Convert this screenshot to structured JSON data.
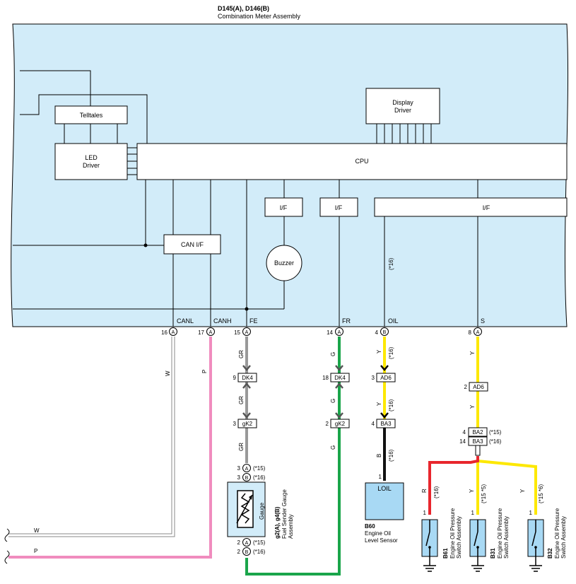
{
  "header": {
    "code": "D145(A), D146(B)",
    "name": "Combination Meter Assembly"
  },
  "meter": {
    "telltales": "Telltales",
    "led_driver_1": "LED",
    "led_driver_2": "Driver",
    "display_driver_1": "Display",
    "display_driver_2": "Driver",
    "cpu": "CPU",
    "if_label": "I/F",
    "can_if": "CAN I/F",
    "buzzer": "Buzzer",
    "note_16": "(*16)"
  },
  "pins": {
    "canl": {
      "label": "CANL",
      "num": "16",
      "conn": "A"
    },
    "canh": {
      "label": "CANH",
      "num": "17",
      "conn": "A"
    },
    "fe": {
      "label": "FE",
      "num": "15",
      "conn": "A"
    },
    "fr": {
      "label": "FR",
      "num": "14",
      "conn": "A"
    },
    "oil": {
      "label": "OIL",
      "num": "4",
      "conn": "B"
    },
    "s": {
      "label": "S",
      "num": "8",
      "conn": "A"
    }
  },
  "wires": {
    "canl": "W",
    "canh": "P",
    "fe": "GR",
    "fr": "G",
    "oil_y": "Y",
    "oil_b": "B",
    "s_y": "Y",
    "r": "R",
    "note16": "(*16)",
    "note15_5": "(*15 *5)",
    "note15_6": "(*15 *6)"
  },
  "connectors": {
    "dk4_fe": {
      "num": "9",
      "name": "DK4"
    },
    "dk4_fr": {
      "num": "18",
      "name": "DK4"
    },
    "gk2_fe": {
      "num": "3",
      "name": "gK2"
    },
    "gk2_fr": {
      "num": "2",
      "name": "gK2"
    },
    "ad6_oil": {
      "num": "3",
      "name": "AD6"
    },
    "ad6_s": {
      "num": "2",
      "name": "AD6"
    },
    "ba3_oil": {
      "num": "4",
      "name": "BA3"
    },
    "ba2_s": {
      "num": "4",
      "name": "BA2",
      "note": "(*15)"
    },
    "ba3_s": {
      "num": "14",
      "name": "BA3",
      "note": "(*16)"
    }
  },
  "gauge": {
    "label": "Gauge",
    "pin_top_a": {
      "num": "3",
      "conn": "A",
      "note": "(*15)"
    },
    "pin_top_b": {
      "num": "3",
      "conn": "B",
      "note": "(*16)"
    },
    "pin_bot_a": {
      "num": "2",
      "conn": "A",
      "note": "(*15)"
    },
    "pin_bot_b": {
      "num": "2",
      "conn": "B",
      "note": "(*16)"
    },
    "code": "g2(A), g4(B)",
    "name_1": "Fuel Sender Gauge",
    "name_2": "Assembly"
  },
  "oil_sensor": {
    "pin": "1",
    "label": "LOIL",
    "code": "B60",
    "name_1": "Engine Oil",
    "name_2": "Level Sensor"
  },
  "switches": [
    {
      "pin": "1",
      "code": "B61",
      "name_1": "Engine Oil Pressure",
      "name_2": "Switch Assembly"
    },
    {
      "pin": "1",
      "code": "B31",
      "name_1": "Engine Oil Pressure",
      "name_2": "Switch Assembly"
    },
    {
      "pin": "1",
      "code": "B32",
      "name_1": "Engine Oil Pressure",
      "name_2": "Switch Assembly"
    }
  ],
  "left_wires": {
    "w": "W",
    "p": "P"
  },
  "colors": {
    "meter_fill": "#d2ecf9",
    "gray_wire": "#999999",
    "pink_wire": "#f08cbe",
    "green_wire": "#1aa54a",
    "yellow_wire": "#fde800",
    "black_wire": "#111111",
    "red_wire": "#e8262d",
    "sensor_fill": "#a8d9f4"
  }
}
